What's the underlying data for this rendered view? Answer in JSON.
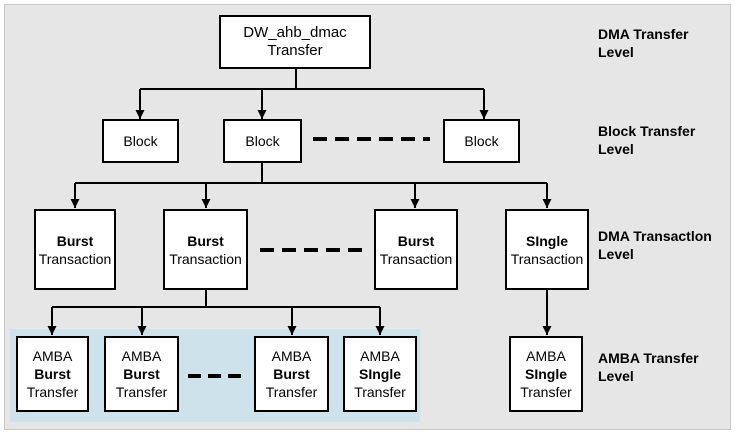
{
  "root": {
    "label": "DW_ahb_dmac Transfer"
  },
  "blocks": [
    {
      "label": "Block"
    },
    {
      "label": "Block"
    },
    {
      "label": "Block"
    }
  ],
  "transactions": [
    {
      "line1": "Burst",
      "line2": "Transaction"
    },
    {
      "line1": "Burst",
      "line2": "Transaction"
    },
    {
      "line1": "Burst",
      "line2": "Transaction"
    },
    {
      "line1": "SIngle",
      "line2": "Transaction"
    }
  ],
  "transfers": [
    {
      "line1": "AMBA",
      "line2": "Burst",
      "line3": "Transfer"
    },
    {
      "line1": "AMBA",
      "line2": "Burst",
      "line3": "Transfer"
    },
    {
      "line1": "AMBA",
      "line2": "Burst",
      "line3": "Transfer"
    },
    {
      "line1": "AMBA",
      "line2": "SIngle",
      "line3": "Transfer"
    },
    {
      "line1": "AMBA",
      "line2": "SIngle",
      "line3": "Transfer"
    }
  ],
  "levels": [
    {
      "line1": "DMA Transfer",
      "line2": "Level"
    },
    {
      "line1": "Block Transfer",
      "line2": "Level"
    },
    {
      "line1": "DMA Transactlon",
      "line2": "Level"
    },
    {
      "line1": "AMBA Transfer",
      "line2": "Level"
    }
  ]
}
